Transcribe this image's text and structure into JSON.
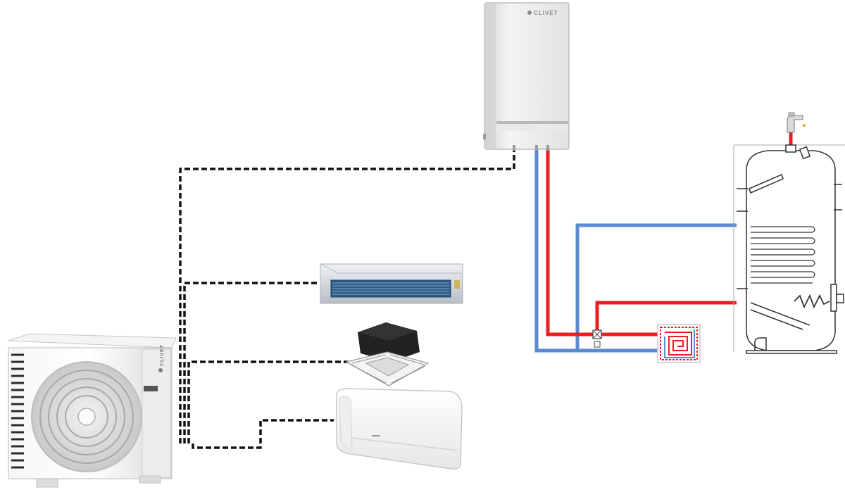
{
  "diagram": {
    "branding": {
      "indoor_hydronic_brand": "CLIVET",
      "outdoor_unit_brand": "CLIVET"
    },
    "colors": {
      "background": "#ffffff",
      "hot_pipe": "#e81f1f",
      "cold_pipe": "#5b8ad0",
      "signal_line": "#111111",
      "unit_body": "#eeeeee",
      "tank_outline": "#333333"
    },
    "components": [
      {
        "id": "outdoor-unit",
        "kind": "outdoor heat pump unit"
      },
      {
        "id": "hydronic-module",
        "kind": "wall-mounted hydronic indoor unit"
      },
      {
        "id": "ducted-unit",
        "kind": "ducted indoor unit"
      },
      {
        "id": "cassette-unit",
        "kind": "ceiling cassette indoor unit"
      },
      {
        "id": "wall-split-unit",
        "kind": "wall-mounted split indoor unit"
      },
      {
        "id": "storage-tank",
        "kind": "domestic hot water storage tank"
      },
      {
        "id": "underfloor-heating",
        "kind": "radiant floor heating circuit"
      },
      {
        "id": "three-way-valve",
        "kind": "diverter valve"
      },
      {
        "id": "hot-water-tap",
        "kind": "domestic hot water outlet"
      }
    ],
    "connections": [
      {
        "from": "outdoor-unit",
        "to": "hydronic-module",
        "type": "refrigerant/signal (dashed)"
      },
      {
        "from": "outdoor-unit",
        "to": "ducted-unit",
        "type": "refrigerant/signal (dashed)"
      },
      {
        "from": "outdoor-unit",
        "to": "cassette-unit",
        "type": "refrigerant/signal (dashed)"
      },
      {
        "from": "outdoor-unit",
        "to": "wall-split-unit",
        "type": "refrigerant/signal (dashed)"
      },
      {
        "from": "hydronic-module",
        "to": "storage-tank",
        "type": "hot flow / cold return"
      },
      {
        "from": "hydronic-module",
        "to": "underfloor-heating",
        "type": "hot flow / cold return"
      }
    ]
  }
}
